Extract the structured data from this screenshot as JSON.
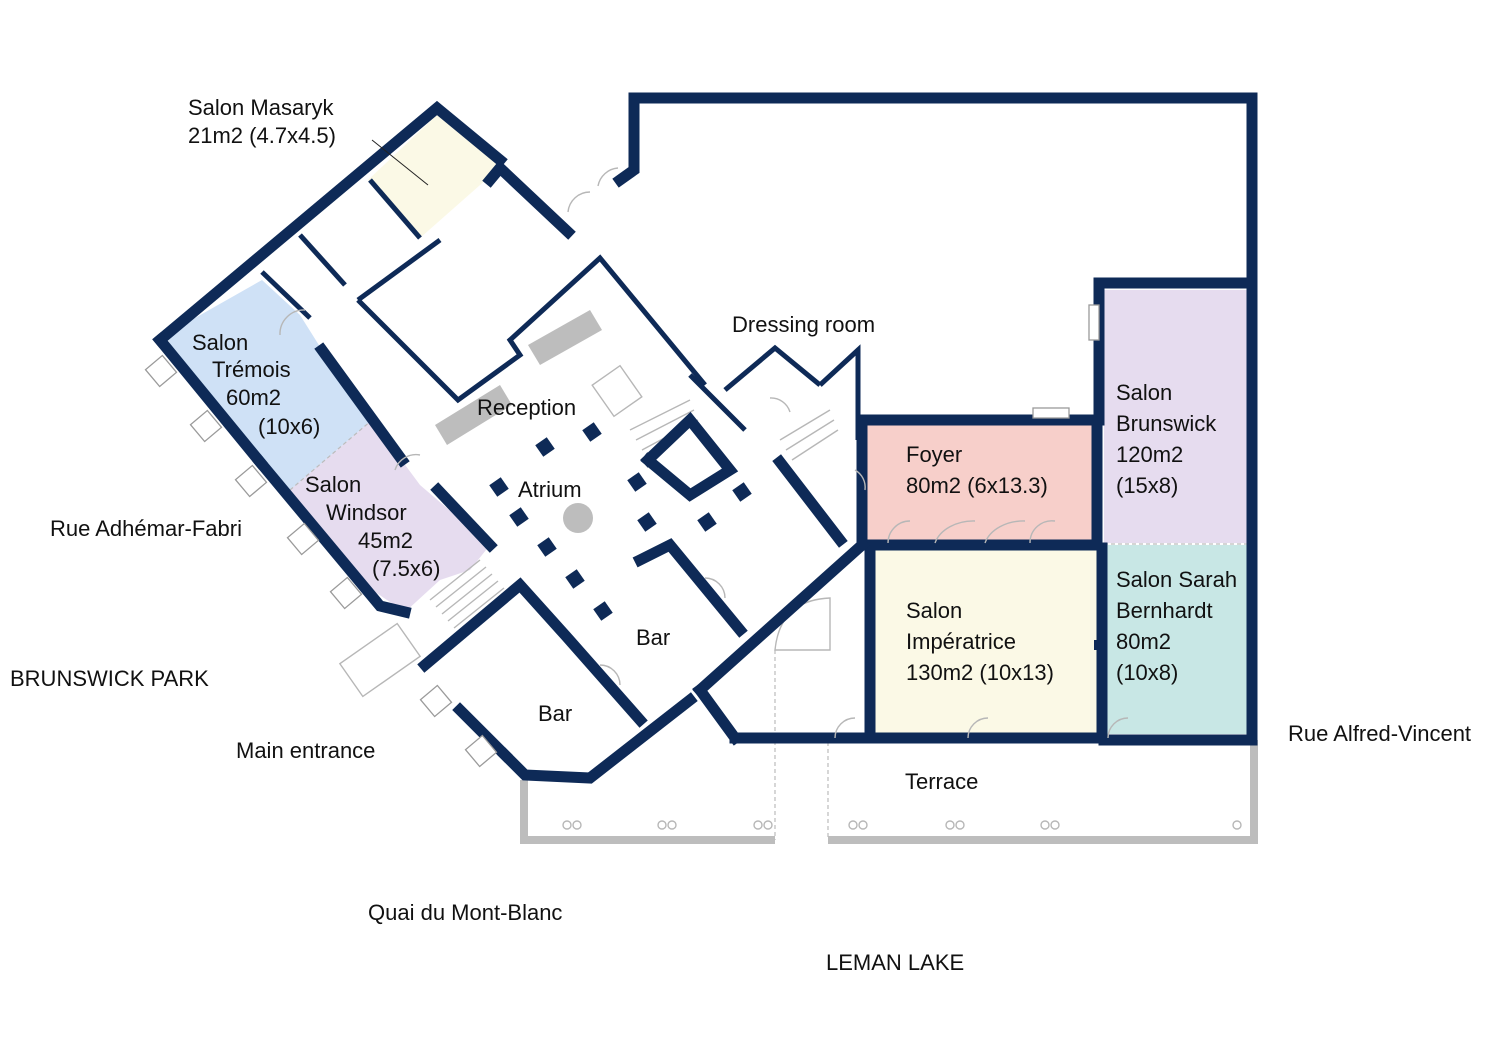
{
  "colors": {
    "wall": "#0e2a57",
    "masaryk": "#fbf9e6",
    "tremois": "#cfe1f6",
    "windsor": "#e6dcef",
    "foyer": "#f7cfca",
    "brunswick": "#e6dcef",
    "imperatrice": "#fbf9e6",
    "sarah_bernhardt": "#c8e7e5",
    "feature_grey": "#bdbdbd"
  },
  "rooms": {
    "masaryk": {
      "name": "Salon Masaryk",
      "area": "21m2 (4.7x4.5)"
    },
    "tremois": {
      "line1": "Salon",
      "line2": "Trémois",
      "line3": "60m2",
      "line4": "(10x6)"
    },
    "windsor": {
      "line1": "Salon",
      "line2": "Windsor",
      "line3": "45m2",
      "line4": "(7.5x6)"
    },
    "foyer": {
      "line1": "Foyer",
      "line2": "80m2 (6x13.3)"
    },
    "brunswick": {
      "line1": "Salon",
      "line2": "Brunswick",
      "line3": "120m2",
      "line4": "(15x8)"
    },
    "imperatrice": {
      "line1": "Salon",
      "line2": "Impératrice",
      "line3": "130m2 (10x13)"
    },
    "sarah_bernhardt": {
      "line1": "Salon Sarah",
      "line2": "Bernhardt",
      "line3": "80m2",
      "line4": "(10x8)"
    },
    "reception": "Reception",
    "atrium": "Atrium",
    "dressing_room": "Dressing room",
    "bar_upper": "Bar",
    "bar_lower": "Bar",
    "terrace": "Terrace",
    "main_entrance": "Main entrance"
  },
  "streets": {
    "adhemar": "Rue Adhémar-Fabri",
    "park": "BRUNSWICK PARK",
    "quai": "Quai du Mont-Blanc",
    "lake": "LEMAN LAKE",
    "alfred": "Rue Alfred-Vincent"
  }
}
